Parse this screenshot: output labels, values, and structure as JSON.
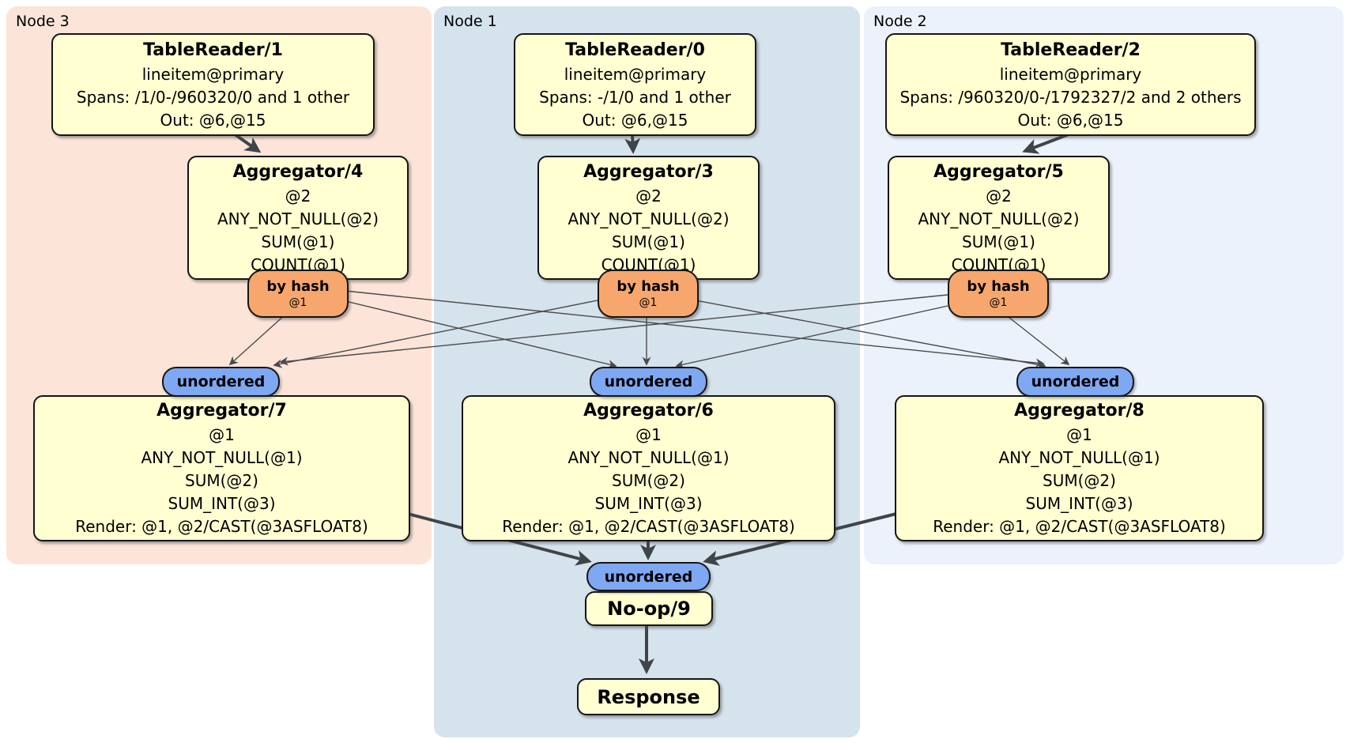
{
  "diagram": {
    "regions": [
      {
        "label": "Node 3",
        "color": "#fce4d8"
      },
      {
        "label": "Node 1",
        "color": "#d5e3ed"
      },
      {
        "label": "Node 2",
        "color": "#ecf2fb"
      }
    ],
    "tablereaders": [
      {
        "title": "TableReader/1",
        "table": "lineitem@primary",
        "spans": "Spans: /1/0-/960320/0 and 1 other",
        "out": "Out: @6,@15"
      },
      {
        "title": "TableReader/0",
        "table": "lineitem@primary",
        "spans": "Spans: -/1/0 and 1 other",
        "out": "Out: @6,@15"
      },
      {
        "title": "TableReader/2",
        "table": "lineitem@primary",
        "spans": "Spans: /960320/0-/1792327/2 and 2 others",
        "out": "Out: @6,@15"
      }
    ],
    "stage1_aggregators": [
      {
        "title": "Aggregator/4",
        "group": "@2",
        "line1": "ANY_NOT_NULL(@2)",
        "line2": "SUM(@1)",
        "line3": "COUNT(@1)"
      },
      {
        "title": "Aggregator/3",
        "group": "@2",
        "line1": "ANY_NOT_NULL(@2)",
        "line2": "SUM(@1)",
        "line3": "COUNT(@1)"
      },
      {
        "title": "Aggregator/5",
        "group": "@2",
        "line1": "ANY_NOT_NULL(@2)",
        "line2": "SUM(@1)",
        "line3": "COUNT(@1)"
      }
    ],
    "routers": [
      {
        "label": "by hash",
        "detail": "@1"
      },
      {
        "label": "by hash",
        "detail": "@1"
      },
      {
        "label": "by hash",
        "detail": "@1"
      }
    ],
    "syncs": [
      {
        "label": "unordered"
      },
      {
        "label": "unordered"
      },
      {
        "label": "unordered"
      }
    ],
    "stage2_aggregators": [
      {
        "title": "Aggregator/7",
        "group": "@1",
        "line1": "ANY_NOT_NULL(@1)",
        "line2": "SUM(@2)",
        "line3": "SUM_INT(@3)",
        "render": "Render: @1, @2/CAST(@3ASFLOAT8)"
      },
      {
        "title": "Aggregator/6",
        "group": "@1",
        "line1": "ANY_NOT_NULL(@1)",
        "line2": "SUM(@2)",
        "line3": "SUM_INT(@3)",
        "render": "Render: @1, @2/CAST(@3ASFLOAT8)"
      },
      {
        "title": "Aggregator/8",
        "group": "@1",
        "line1": "ANY_NOT_NULL(@1)",
        "line2": "SUM(@2)",
        "line3": "SUM_INT(@3)",
        "render": "Render: @1, @2/CAST(@3ASFLOAT8)"
      }
    ],
    "final_sync": {
      "label": "unordered"
    },
    "noop": {
      "title": "No-op/9"
    },
    "response": {
      "title": "Response"
    },
    "colors": {
      "box_fill": "#ffffd2",
      "router_fill": "#f7a76d",
      "sync_fill": "#7fa8f2",
      "edge_thin": "#4a4a4a",
      "edge_thick": "#3f4448"
    }
  }
}
